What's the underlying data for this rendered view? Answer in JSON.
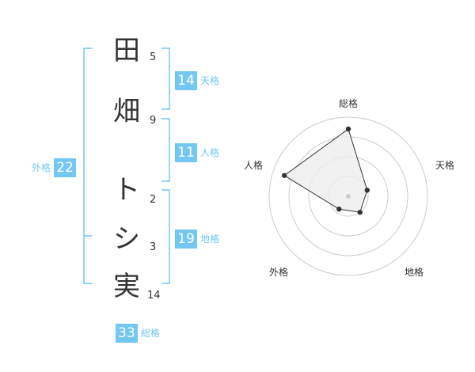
{
  "name_chars": [
    {
      "char": "田",
      "strokes": "5"
    },
    {
      "char": "畑",
      "strokes": "9"
    },
    {
      "char": "ト",
      "strokes": "2"
    },
    {
      "char": "シ",
      "strokes": "3"
    },
    {
      "char": "実",
      "strokes": "14"
    }
  ],
  "fortunes": {
    "tenkaku": {
      "label": "天格",
      "value": "14"
    },
    "jinkaku": {
      "label": "人格",
      "value": "11"
    },
    "chikaku": {
      "label": "地格",
      "value": "19"
    },
    "gaikaku": {
      "label": "外格",
      "value": "22"
    },
    "soukaku": {
      "label": "総格",
      "value": "33"
    }
  },
  "chart_data": {
    "type": "radar",
    "axes": [
      "総格",
      "天格",
      "地格",
      "外格",
      "人格"
    ],
    "values": [
      0.85,
      0.25,
      0.25,
      0.2,
      0.85
    ],
    "rings": 4,
    "colors": {
      "fill": "#eeeeee",
      "line": "#333333",
      "grid": "#cccccc",
      "accent": "#74c7f2"
    }
  }
}
